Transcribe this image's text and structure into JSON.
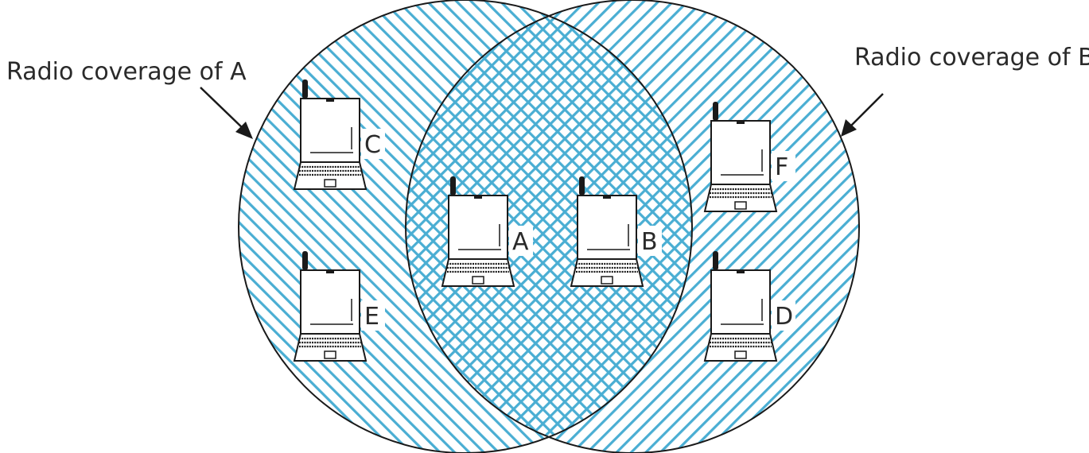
{
  "colors": {
    "hatch": "#4aaed3",
    "outline": "#1a1a1a",
    "background": "#ffffff"
  },
  "captions": {
    "coverage_a": "Radio coverage of A",
    "coverage_b": "Radio coverage of B"
  },
  "nodes": [
    {
      "id": "C",
      "label": "C",
      "icon": "laptop-with-antenna-icon"
    },
    {
      "id": "E",
      "label": "E",
      "icon": "laptop-with-antenna-icon"
    },
    {
      "id": "A",
      "label": "A",
      "icon": "laptop-with-antenna-icon"
    },
    {
      "id": "B",
      "label": "B",
      "icon": "laptop-with-antenna-icon"
    },
    {
      "id": "F",
      "label": "F",
      "icon": "laptop-with-antenna-icon"
    },
    {
      "id": "D",
      "label": "D",
      "icon": "laptop-with-antenna-icon"
    }
  ]
}
